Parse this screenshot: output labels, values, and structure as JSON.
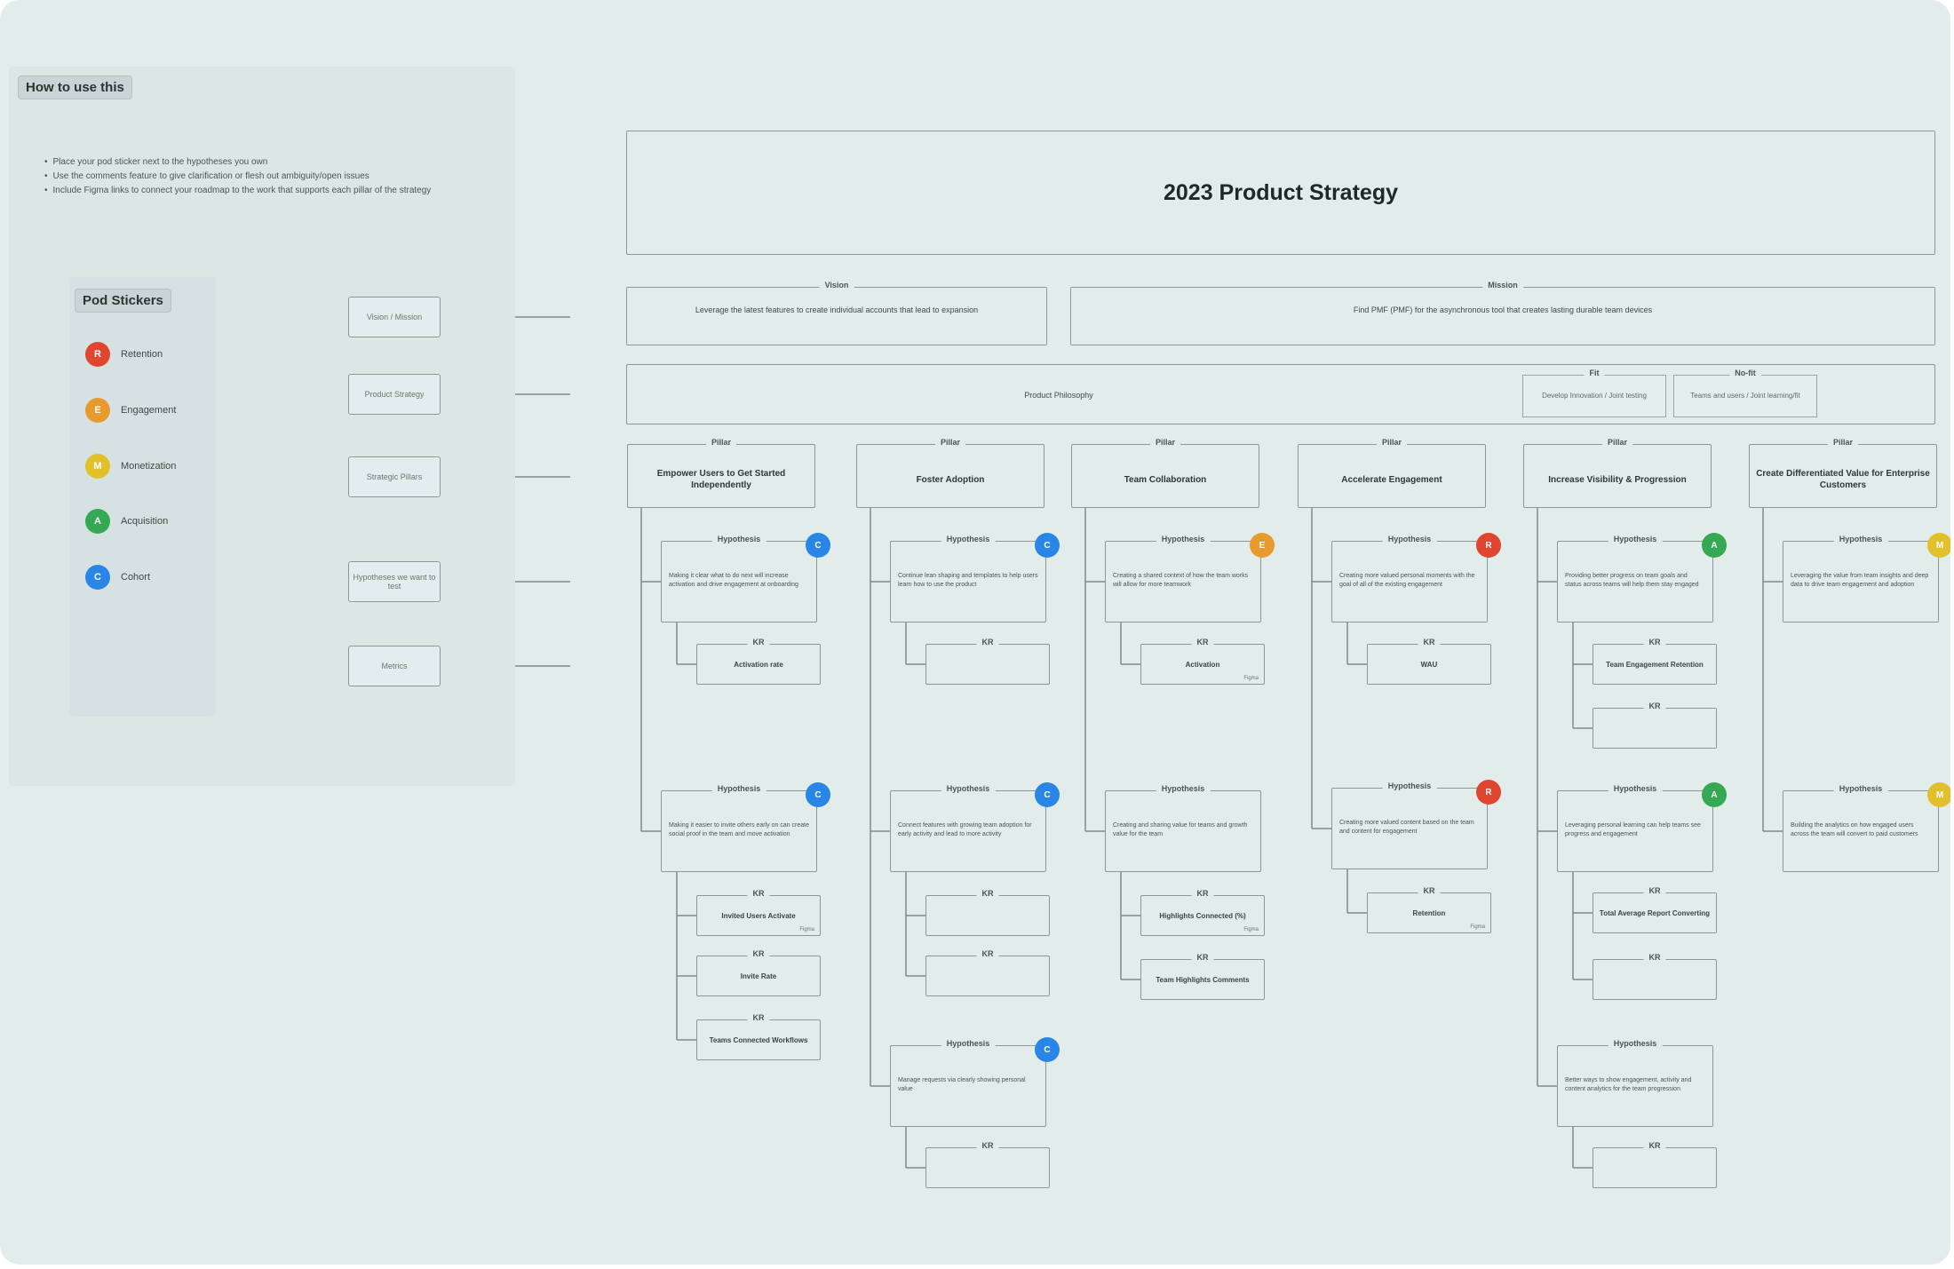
{
  "colors": {
    "retention": "#e0462f",
    "engagement": "#e89a2f",
    "monetization": "#e2c02b",
    "acquisition": "#34a853",
    "cohort": "#2a86e6"
  },
  "howto": {
    "title": "How to use this",
    "bullets": [
      "Place your pod sticker next to the hypotheses you own",
      "Use the comments feature to give clarification or flesh out ambiguity/open issues",
      "Include Figma links to connect your roadmap to the work that supports each pillar of the strategy"
    ]
  },
  "stickers": {
    "title": "Pod Stickers",
    "items": [
      {
        "letter": "R",
        "label": "Retention",
        "color": "#e0462f"
      },
      {
        "letter": "E",
        "label": "Engagement",
        "color": "#e89a2f"
      },
      {
        "letter": "M",
        "label": "Monetization",
        "color": "#e2c02b"
      },
      {
        "letter": "A",
        "label": "Acquisition",
        "color": "#34a853"
      },
      {
        "letter": "C",
        "label": "Cohort",
        "color": "#2a86e6"
      }
    ]
  },
  "row_labels": [
    "Vision / Mission",
    "Product Strategy",
    "Strategic Pillars",
    "Hypotheses we want to test",
    "Metrics"
  ],
  "strategy": {
    "title": "2023 Product Strategy",
    "vision": {
      "tag": "Vision",
      "text": "Leverage the latest features to create individual accounts that lead to expansion"
    },
    "mission": {
      "tag": "Mission",
      "text": "Find PMF (PMF) for the asynchronous tool that creates lasting durable team devices"
    },
    "philosophy": {
      "text": "Product Philosophy",
      "sub": [
        {
          "tag": "Fit",
          "label": "Develop Innovation / Joint testing"
        },
        {
          "tag": "No-fit",
          "label": "Teams and users / Joint learning/fit"
        }
      ]
    }
  },
  "pillars": [
    {
      "tag": "Pillar",
      "title": "Empower Users to Get Started Independently",
      "hypotheses": [
        {
          "tag": "Hypothesis",
          "text": "Making it clear what to do next will increase activation and drive engagement at onboarding",
          "badge": "C",
          "badge_color": "#2a86e6",
          "metrics": [
            {
              "tag": "KR",
              "text": "Activation rate",
              "note": ""
            }
          ]
        },
        {
          "tag": "Hypothesis",
          "text": "Making it easier to invite others early on can create social proof in the team and move activation",
          "badge": "C",
          "badge_color": "#2a86e6",
          "metrics": [
            {
              "tag": "KR",
              "text": "Invited Users Activate",
              "note": "Figma"
            },
            {
              "tag": "KR",
              "text": "Invite Rate",
              "note": ""
            },
            {
              "tag": "KR",
              "text": "Teams Connected Workflows",
              "note": ""
            }
          ]
        }
      ]
    },
    {
      "tag": "Pillar",
      "title": "Foster Adoption",
      "hypotheses": [
        {
          "tag": "Hypothesis",
          "text": "Continue lean shaping and templates to help users learn how to use the product",
          "badge": "C",
          "badge_color": "#2a86e6",
          "metrics": [
            {
              "tag": "KR",
              "text": "",
              "note": ""
            }
          ]
        },
        {
          "tag": "Hypothesis",
          "text": "Connect features with growing team adoption for early activity and lead to more activity",
          "badge": "C",
          "badge_color": "#2a86e6",
          "metrics": [
            {
              "tag": "KR",
              "text": "",
              "note": ""
            },
            {
              "tag": "KR",
              "text": "",
              "note": ""
            }
          ]
        },
        {
          "tag": "Hypothesis",
          "text": "Manage requests via clearly showing personal value",
          "badge": "C",
          "badge_color": "#2a86e6",
          "metrics": [
            {
              "tag": "KR",
              "text": "",
              "note": ""
            }
          ]
        }
      ]
    },
    {
      "tag": "Pillar",
      "title": "Team Collaboration",
      "hypotheses": [
        {
          "tag": "Hypothesis",
          "text": "Creating a shared context of how the team works will allow for more teamwork",
          "badge": "E",
          "badge_color": "#e89a2f",
          "metrics": [
            {
              "tag": "KR",
              "text": "Activation",
              "note": "Figma"
            }
          ]
        },
        {
          "tag": "Hypothesis",
          "text": "Creating and sharing value for teams and growth value for the team",
          "badge": "",
          "badge_color": "",
          "metrics": [
            {
              "tag": "KR",
              "text": "Highlights Connected (%)",
              "note": "Figma"
            },
            {
              "tag": "KR",
              "text": "Team Highlights Comments",
              "note": ""
            }
          ]
        }
      ]
    },
    {
      "tag": "Pillar",
      "title": "Accelerate Engagement",
      "hypotheses": [
        {
          "tag": "Hypothesis",
          "text": "Creating more valued personal moments with the goal of all of the existing engagement",
          "badge": "R",
          "badge_color": "#e0462f",
          "metrics": [
            {
              "tag": "KR",
              "text": "WAU",
              "note": ""
            }
          ]
        },
        {
          "tag": "Hypothesis",
          "text": "Creating more valued content based on the team and content for engagement",
          "badge": "R",
          "badge_color": "#e0462f",
          "metrics": [
            {
              "tag": "KR",
              "text": "Retention",
              "note": "Figma"
            }
          ]
        }
      ]
    },
    {
      "tag": "Pillar",
      "title": "Increase Visibility & Progression",
      "hypotheses": [
        {
          "tag": "Hypothesis",
          "text": "Providing better progress on team goals and status across teams will help them stay engaged",
          "badge": "A",
          "badge_color": "#34a853",
          "metrics": [
            {
              "tag": "KR",
              "text": "Team Engagement Retention",
              "note": ""
            },
            {
              "tag": "KR",
              "text": "",
              "note": ""
            }
          ]
        },
        {
          "tag": "Hypothesis",
          "text": "Leveraging personal learning can help teams see progress and engagement",
          "badge": "A",
          "badge_color": "#34a853",
          "metrics": [
            {
              "tag": "KR",
              "text": "Total Average Report Converting",
              "note": ""
            },
            {
              "tag": "KR",
              "text": "",
              "note": ""
            }
          ]
        },
        {
          "tag": "Hypothesis",
          "text": "Better ways to show engagement, activity and content analytics for the team progression",
          "badge": "",
          "badge_color": "",
          "metrics": [
            {
              "tag": "KR",
              "text": "",
              "note": ""
            }
          ]
        }
      ]
    },
    {
      "tag": "Pillar",
      "title": "Create Differentiated Value for Enterprise Customers",
      "hypotheses": [
        {
          "tag": "Hypothesis",
          "text": "Leveraging the value from team insights and deep data to drive team engagement and adoption",
          "badge": "M",
          "badge_color": "#e2c02b",
          "metrics": []
        },
        {
          "tag": "Hypothesis",
          "text": "Building the analytics on how engaged users across the team will convert to paid customers",
          "badge": "M",
          "badge_color": "#e2c02b",
          "metrics": []
        }
      ]
    }
  ]
}
